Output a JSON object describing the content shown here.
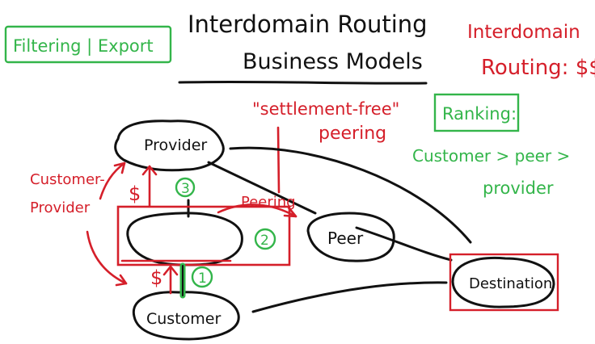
{
  "title": {
    "line1": "Interdomain Routing",
    "line2": "Business Models"
  },
  "top_left_box": "Filtering | Export",
  "top_right_note": {
    "line1": "Interdomain",
    "line2": "Routing: $$$"
  },
  "ranking": {
    "label": "Ranking:",
    "line1": "Customer > peer >",
    "line2": "provider"
  },
  "settlement": {
    "line1": "\"settlement-free\"",
    "line2": "peering"
  },
  "relationship": {
    "customer_provider_line1": "Customer-",
    "customer_provider_line2": "Provider",
    "peering": "Peering",
    "dollar_top": "$",
    "dollar_bottom": "$"
  },
  "nodes": {
    "provider": "Provider",
    "peer": "Peer",
    "customer": "Customer",
    "destination": "Destination"
  },
  "steps": {
    "one": "1",
    "two": "2",
    "three": "3"
  },
  "colors": {
    "black": "#111111",
    "red": "#d51f2a",
    "green": "#33b54a"
  }
}
